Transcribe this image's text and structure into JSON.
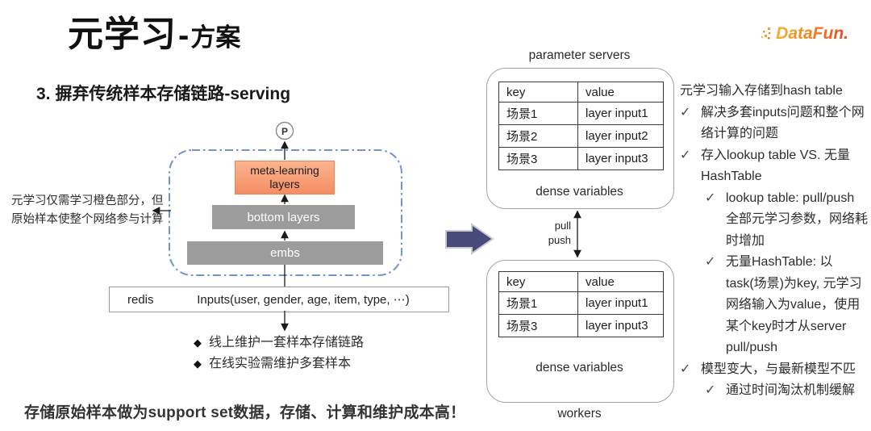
{
  "slide": {
    "title_main": "元学习",
    "title_dash": "-",
    "title_sub": "方案",
    "heading": "3. 摒弃传统样本存储链路-serving",
    "bottom_note": "存储原始样本做为support set数据，存储、计算和维护成本高！"
  },
  "logo": {
    "text": "DataFun."
  },
  "diagram": {
    "p_label": "P",
    "meta_box_line1": "meta-learning",
    "meta_box_line2": "layers",
    "bottom_box": "bottom layers",
    "embs_box": "embs",
    "redis_label": "redis",
    "inputs_label": "Inputs(user, gender, age, item, type, ⋯)",
    "annotation_line1": "元学习仅需学习橙色部分，但",
    "annotation_line2": "原始样本使整个网络参与计算",
    "bullet_marker": "◆",
    "bullets": [
      {
        "text": "线上维护一套样本存储链路"
      },
      {
        "text": "在线实验需维护多套样本"
      }
    ]
  },
  "servers": {
    "title": "parameter servers",
    "caption": "dense variables",
    "table": {
      "headers": {
        "key": "key",
        "value": "value"
      },
      "rows": [
        {
          "key": "场景1",
          "value": "layer input1"
        },
        {
          "key": "场景2",
          "value": "layer input2"
        },
        {
          "key": "场景3",
          "value": "layer input3"
        }
      ]
    }
  },
  "transfer": {
    "pull": "pull",
    "push": "push"
  },
  "workers": {
    "title": "workers",
    "caption": "dense variables",
    "table": {
      "headers": {
        "key": "key",
        "value": "value"
      },
      "rows": [
        {
          "key": "场景1",
          "value": "layer input1"
        },
        {
          "key": "场景3",
          "value": "layer input3"
        }
      ]
    }
  },
  "notes": {
    "marker": "✓",
    "intro": "元学习输入存储到hash table",
    "items": [
      {
        "level": 1,
        "text": "解决多套inputs问题和整个网络计算的问题"
      },
      {
        "level": 1,
        "text": "存入lookup table VS. 无量HashTable"
      },
      {
        "level": 2,
        "text": "lookup table: pull/push 全部元学习参数，网络耗时增加"
      },
      {
        "level": 2,
        "text": "无量HashTable: 以task(场景)为key, 元学习网络输入为value，使用某个key时才从server pull/push"
      },
      {
        "level": 1,
        "text": "模型变大，与最新模型不匹"
      },
      {
        "level": 2,
        "text": "通过时间淘汰机制缓解"
      }
    ]
  },
  "colors": {
    "meta_box_orange": "#F79B72",
    "layer_box_gray": "#9C9C9C",
    "dashed_border_blue": "#7293CF",
    "big_arrow_navy": "#474B7B",
    "logo_gradient_start": "#F6B029",
    "logo_gradient_end": "#E8432C"
  }
}
